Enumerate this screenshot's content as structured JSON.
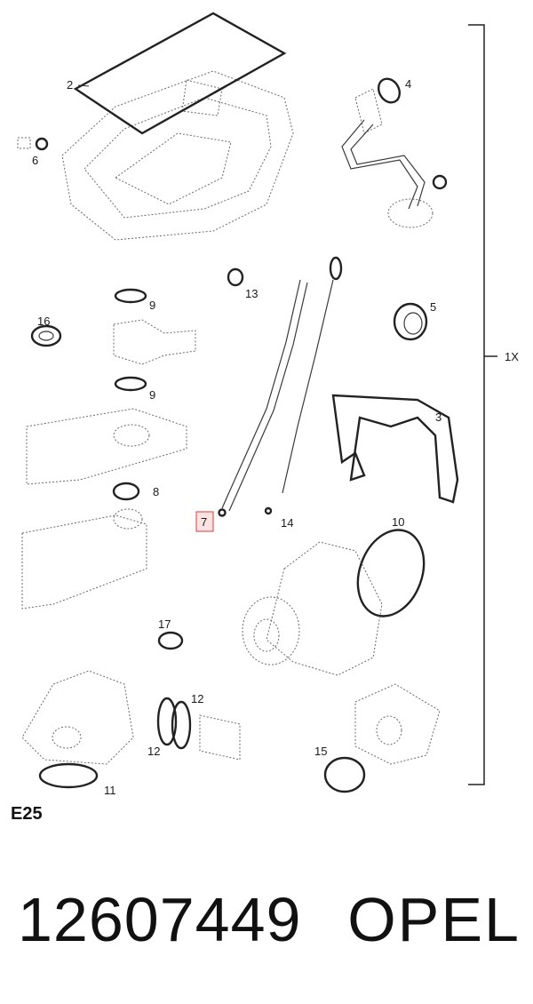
{
  "diagram": {
    "quantity_label": "1X",
    "highlighted_callout": "7",
    "callouts": {
      "c1": "2",
      "c2": "4",
      "c3": "6",
      "c4": "13",
      "c5": "9",
      "c6": "16",
      "c7": "5",
      "c8": "9",
      "c9": "3",
      "c10": "8",
      "c11": "7",
      "c12": "14",
      "c13": "10",
      "c14": "17",
      "c15": "12",
      "c16": "12",
      "c17": "15",
      "c18": "11"
    },
    "highlight_color": "#e05a5a",
    "highlight_fill": "#fbe3e3"
  },
  "section_code": "E25",
  "part_number": "12607449",
  "brand": "OPEL"
}
